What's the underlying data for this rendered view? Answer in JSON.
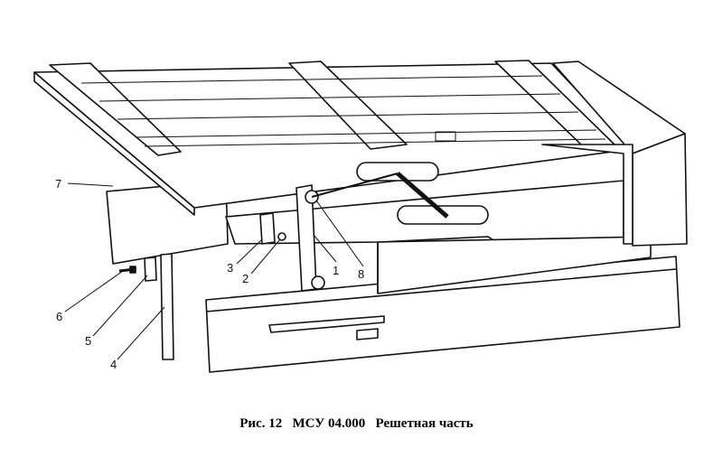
{
  "figure": {
    "caption": "Рис. 12   МСУ 04.000   Решетная часть",
    "callouts": [
      "1",
      "2",
      "3",
      "4",
      "5",
      "6",
      "7",
      "8"
    ]
  }
}
